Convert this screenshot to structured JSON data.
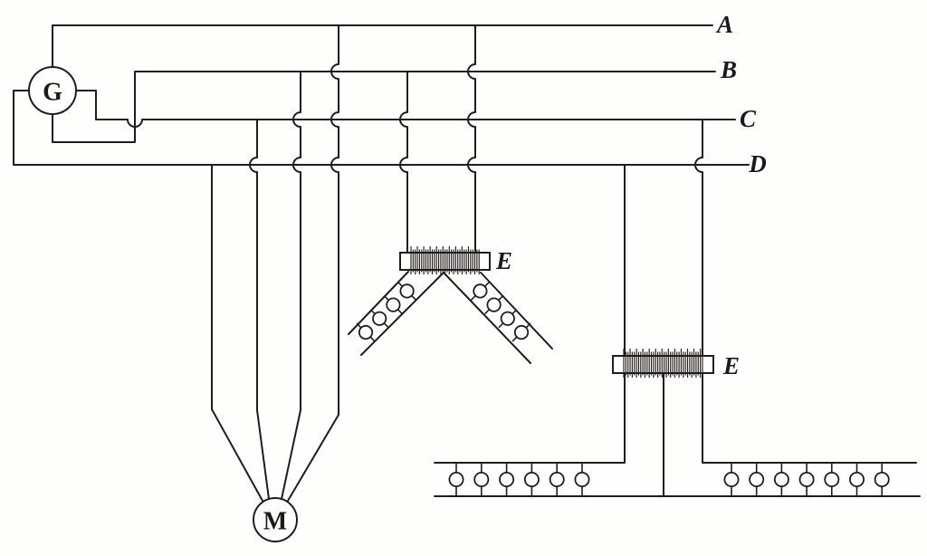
{
  "diagram": {
    "kind": "electrical-distribution-circuit-engraving",
    "ink_color": "#201d1a",
    "paper_color": "#fefefc"
  },
  "labels": {
    "generator": "G",
    "motor": "M",
    "main_a": "A",
    "main_b": "B",
    "main_c": "C",
    "main_d": "D",
    "converter_1": "E",
    "converter_2": "E"
  },
  "lamps": {
    "converter1_left_branch_count": 4,
    "converter1_right_branch_count": 4,
    "bottom_left_bank_count": 6,
    "bottom_right_bank_count": 7
  }
}
